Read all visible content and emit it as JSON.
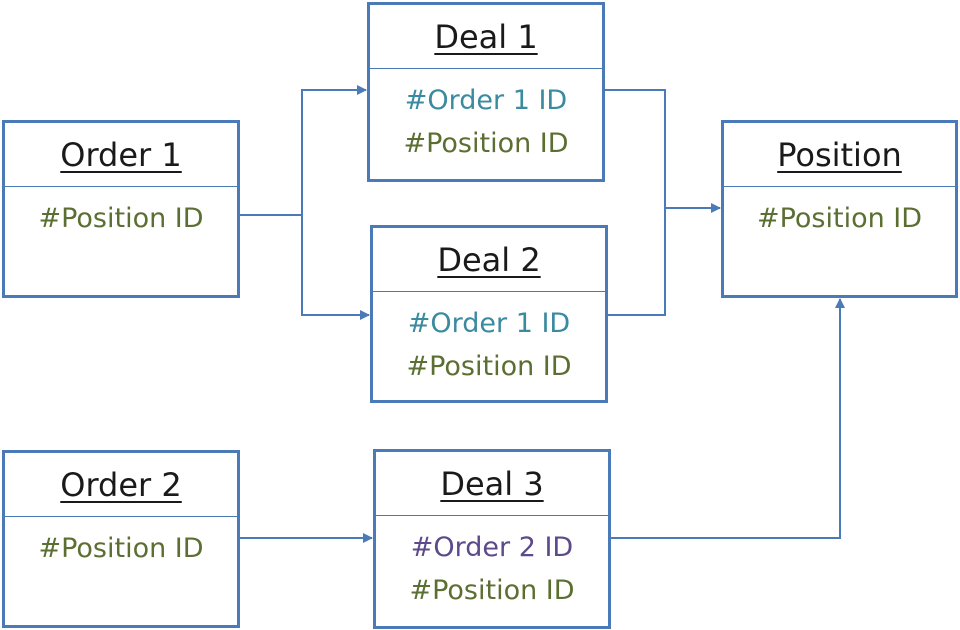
{
  "colors": {
    "border": "#4a7ab8",
    "arrow": "#4a7ab8",
    "position_id_text": "#5c6f32",
    "order1_id_text": "#3a8aa0",
    "order2_id_text": "#5d4a8a"
  },
  "boxes": {
    "order1": {
      "title": "Order 1",
      "fields": [
        "#Position ID"
      ]
    },
    "order2": {
      "title": "Order 2",
      "fields": [
        "#Position ID"
      ]
    },
    "deal1": {
      "title": "Deal 1",
      "fields": [
        "#Order 1 ID",
        "#Position ID"
      ]
    },
    "deal2": {
      "title": "Deal 2",
      "fields": [
        "#Order 1 ID",
        "#Position ID"
      ]
    },
    "deal3": {
      "title": "Deal 3",
      "fields": [
        "#Order 2 ID",
        "#Position ID"
      ]
    },
    "position": {
      "title": "Position",
      "fields": [
        "#Position ID"
      ]
    }
  },
  "connections": [
    {
      "from": "order1",
      "to": "deal1"
    },
    {
      "from": "order1",
      "to": "deal2"
    },
    {
      "from": "order2",
      "to": "deal3"
    },
    {
      "from": "deal1",
      "to": "position"
    },
    {
      "from": "deal2",
      "to": "position"
    },
    {
      "from": "deal3",
      "to": "position"
    }
  ]
}
